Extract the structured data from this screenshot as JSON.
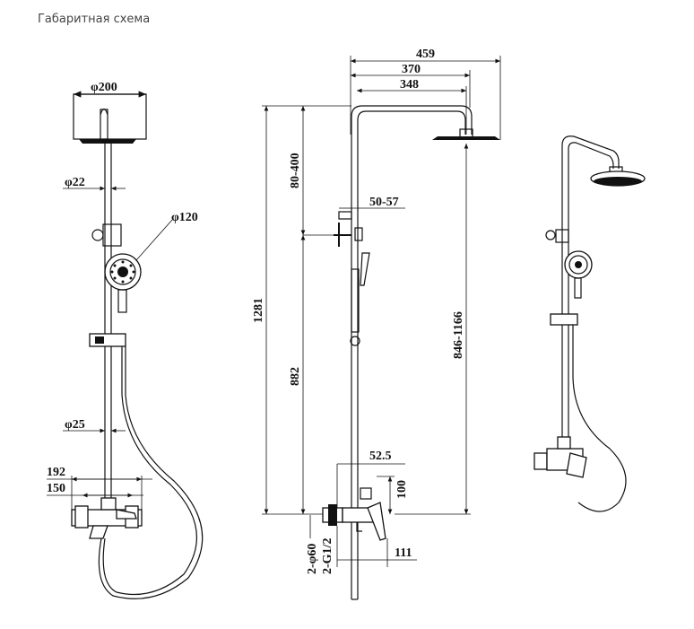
{
  "header": {
    "title": "Габаритная схема"
  },
  "front_view": {
    "dim_head": "φ200",
    "dim_bar": "φ22",
    "dim_hand": "φ120",
    "dim_pipe": "φ25",
    "dim_192": "192",
    "dim_150": "150"
  },
  "side_view": {
    "dim_459": "459",
    "dim_370": "370",
    "dim_348": "348",
    "dim_1281": "1281",
    "dim_80_400": "80-400",
    "dim_882": "882",
    "dim_50_57": "50-57",
    "dim_846_1166": "846-1166",
    "dim_52_5": "52.5",
    "dim_100": "100",
    "dim_111": "111",
    "dim_phi60": "2-φ60",
    "dim_g12": "2-G1/2"
  }
}
